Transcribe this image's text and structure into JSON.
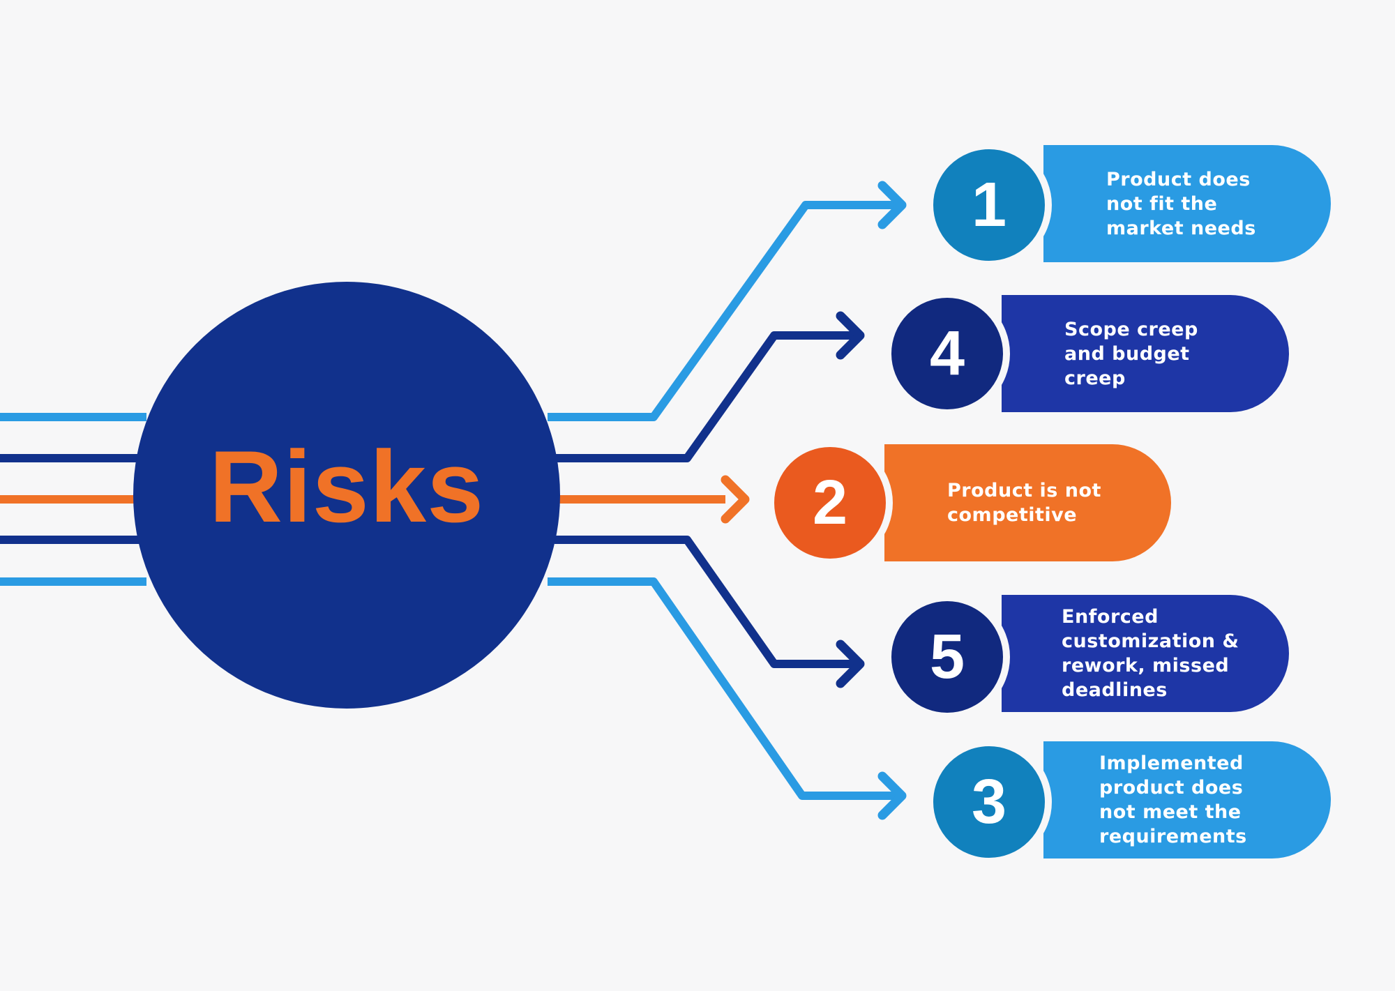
{
  "hub": {
    "title": "Risks"
  },
  "colors": {
    "background": "#f7f7f8",
    "navy": "#11318c",
    "royal_blue": "#1e36a6",
    "dark_navy_circle": "#11297f",
    "sky_blue": "#2a9be3",
    "teal_blue_circle": "#1181bd",
    "orange": "#f07227",
    "dark_orange_circle": "#ea5a1f"
  },
  "risks": [
    {
      "number": "1",
      "text": "Product does\nnot fit the\nmarket needs",
      "color_key": "sky_blue"
    },
    {
      "number": "4",
      "text": "Scope creep\nand budget\ncreep",
      "color_key": "royal_blue"
    },
    {
      "number": "2",
      "text": "Product is not\ncompetitive",
      "color_key": "orange"
    },
    {
      "number": "5",
      "text": "Enforced\ncustomization &\nrework, missed\ndeadlines",
      "color_key": "royal_blue"
    },
    {
      "number": "3",
      "text": "Implemented\nproduct does\nnot meet the\nrequirements",
      "color_key": "sky_blue"
    }
  ]
}
